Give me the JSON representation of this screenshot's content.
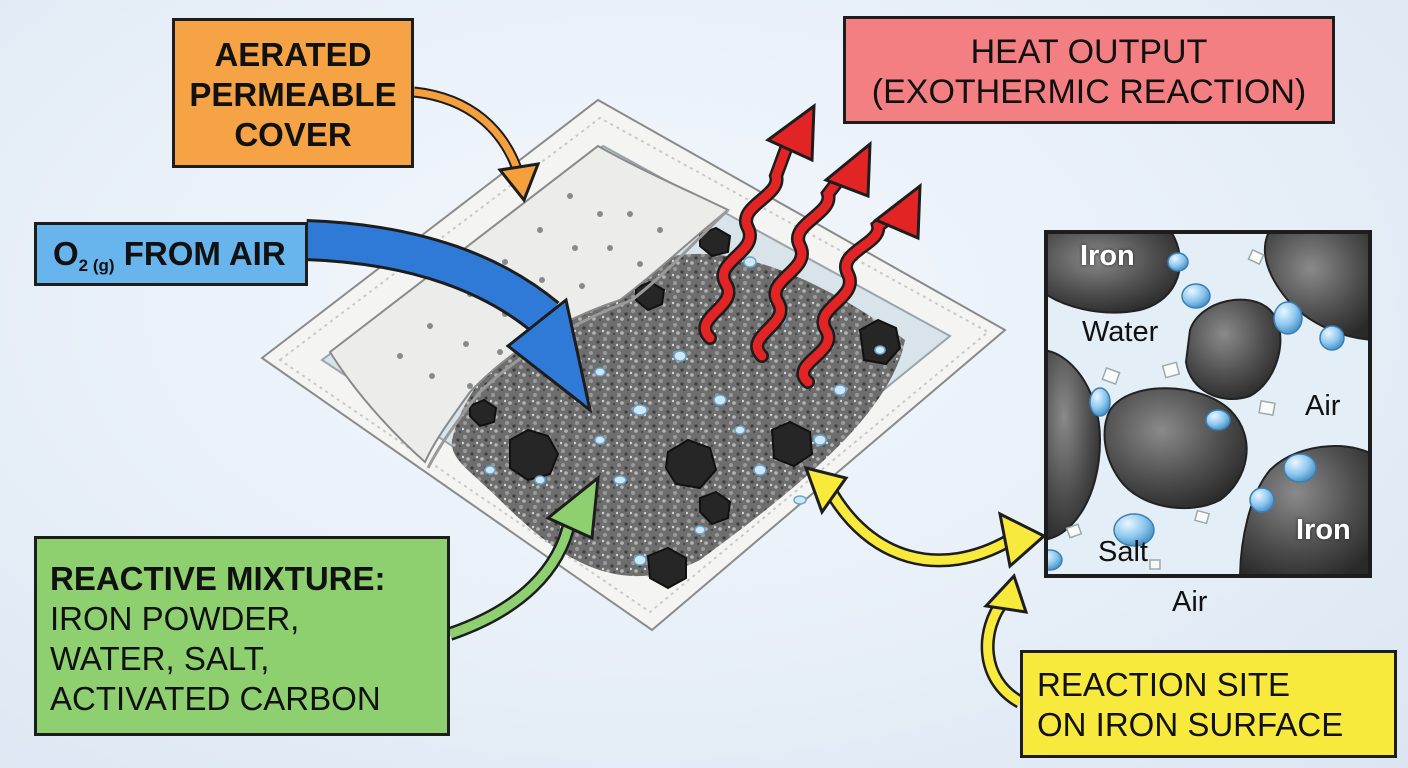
{
  "labels": {
    "cover": {
      "lines": [
        "AERATED",
        "PERMEABLE",
        "COVER"
      ]
    },
    "heat": {
      "lines": [
        "HEAT OUTPUT",
        "(EXOTHERMIC REACTION)"
      ]
    },
    "oxygen": {
      "formula": "O",
      "subscript": "2 (g)",
      "rest": " FROM AIR"
    },
    "mixture": {
      "title": "REACTIVE MIXTURE:",
      "lines": [
        "IRON POWDER,",
        "WATER, SALT,",
        "ACTIVATED CARBON"
      ]
    },
    "site": {
      "lines": [
        "REACTION SITE",
        "ON IRON SURFACE"
      ]
    }
  },
  "inset": {
    "iron_top": "Iron",
    "iron_bottom": "Iron",
    "water": "Water",
    "air_right": "Air",
    "salt": "Salt",
    "air_below": "Air"
  },
  "colors": {
    "cover_box": "#f6a345",
    "heat_box": "#f47f82",
    "oxygen_box": "#68b4ec",
    "mixture_box": "#8ed06f",
    "site_box": "#f7ea3c",
    "oxygen_arrow": "#2f7ad6",
    "heat_arrows": "#e32424"
  }
}
